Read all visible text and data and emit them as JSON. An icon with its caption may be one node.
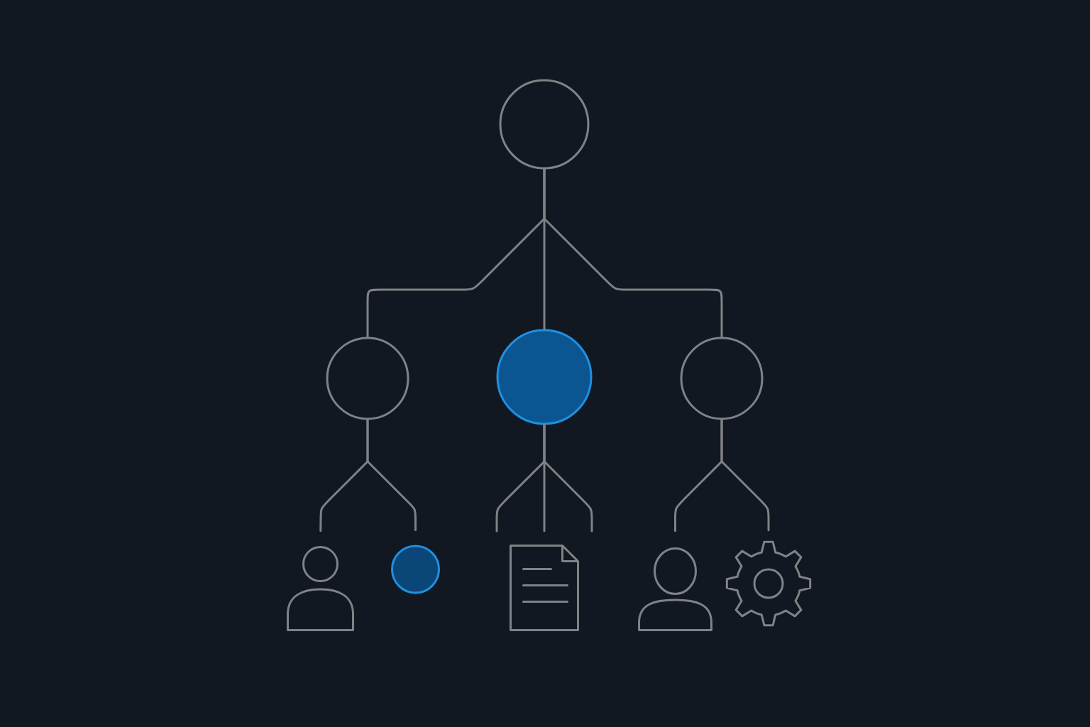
{
  "diagram": {
    "nodes": [
      {
        "text": [],
        "shape": "circle"
      },
      {
        "text": [],
        "shape": "circle"
      },
      {
        "text": [],
        "shape": "circle"
      },
      {
        "text": [],
        "shape": "circle"
      },
      {
        "text": [],
        "shape": "person"
      },
      {
        "text": [],
        "shape": "circle"
      },
      {
        "text": [],
        "shape": "document"
      },
      {
        "text": [],
        "shape": "person"
      },
      {
        "text": [],
        "shape": "gear"
      }
    ],
    "edges": [
      {
        "from": 0,
        "to": 1,
        "arrow": "none"
      },
      {
        "from": 0,
        "to": 2,
        "arrow": "none"
      },
      {
        "from": 0,
        "to": 3,
        "arrow": "none"
      },
      {
        "from": 1,
        "to": 4,
        "arrow": "none"
      },
      {
        "from": 1,
        "to": 5,
        "arrow": "none"
      },
      {
        "from": 2,
        "to": 6,
        "arrow": "none"
      },
      {
        "from": 2,
        "to": null,
        "arrow": "none"
      },
      {
        "from": 2,
        "to": null,
        "arrow": "none"
      },
      {
        "from": 3,
        "to": 7,
        "arrow": "none"
      },
      {
        "from": 3,
        "to": 8,
        "arrow": "none"
      }
    ]
  }
}
